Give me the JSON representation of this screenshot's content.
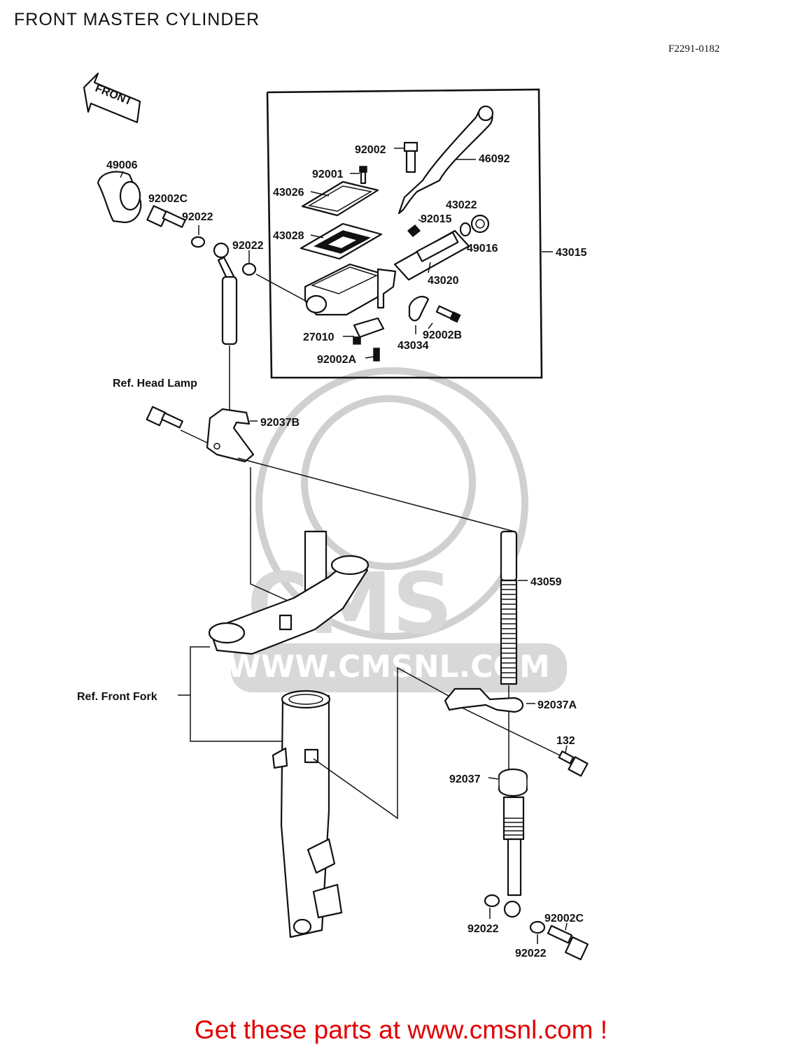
{
  "header": {
    "title": "FRONT MASTER CYLINDER",
    "figure_code": "F2291-0182"
  },
  "watermark": {
    "brand": "CMS",
    "url": "WWW.CMSNL.COM"
  },
  "arrow": {
    "label": "FRONT"
  },
  "callouts": {
    "p49006": "49006",
    "p92002C_top": "92002C",
    "p92022_a": "92022",
    "p92022_b": "92022",
    "p92002": "92002",
    "p46092": "46092",
    "p92001": "92001",
    "p43026": "43026",
    "p92015": "92015",
    "p43022": "43022",
    "p43028": "43028",
    "p49016": "49016",
    "p43015": "43015",
    "p43020": "43020",
    "p27010": "27010",
    "p92002B": "92002B",
    "p43034": "43034",
    "p92002A": "92002A",
    "ref_head_lamp": "Ref. Head Lamp",
    "p92037B": "92037B",
    "p43059": "43059",
    "ref_front_fork": "Ref. Front Fork",
    "p92037A": "92037A",
    "p132": "132",
    "p92037": "92037",
    "p92022_c": "92022",
    "p92002C_bot": "92002C",
    "p92022_d": "92022"
  },
  "footer": {
    "text": "Get these parts at www.cmsnl.com !"
  },
  "colors": {
    "footer_text": "#e00000",
    "line_art": "#111111",
    "watermark": "#d0d0d0"
  }
}
